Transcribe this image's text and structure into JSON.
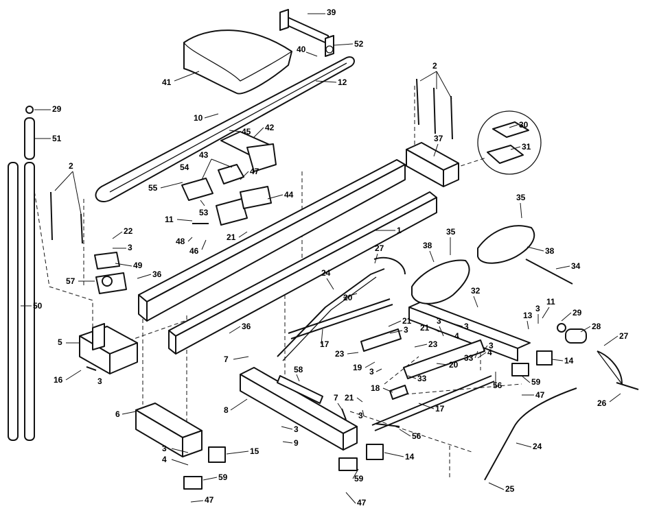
{
  "diagram": {
    "ink_color": "#111111",
    "background": "#ffffff",
    "callouts": [
      {
        "id": "c39",
        "text": "39"
      },
      {
        "id": "c52",
        "text": "52"
      },
      {
        "id": "c40",
        "text": "40"
      },
      {
        "id": "c41",
        "text": "41"
      },
      {
        "id": "c12",
        "text": "12"
      },
      {
        "id": "c10",
        "text": "10"
      },
      {
        "id": "c45",
        "text": "45"
      },
      {
        "id": "c42",
        "text": "42"
      },
      {
        "id": "c29a",
        "text": "29"
      },
      {
        "id": "c51",
        "text": "51"
      },
      {
        "id": "c2a",
        "text": "2"
      },
      {
        "id": "c43",
        "text": "43"
      },
      {
        "id": "c54",
        "text": "54"
      },
      {
        "id": "c47a",
        "text": "47"
      },
      {
        "id": "c55",
        "text": "55"
      },
      {
        "id": "c44",
        "text": "44"
      },
      {
        "id": "c53",
        "text": "53"
      },
      {
        "id": "c11a",
        "text": "11"
      },
      {
        "id": "c22",
        "text": "22"
      },
      {
        "id": "c3a",
        "text": "3"
      },
      {
        "id": "c48",
        "text": "48"
      },
      {
        "id": "c46",
        "text": "46"
      },
      {
        "id": "c21a",
        "text": "21"
      },
      {
        "id": "c49",
        "text": "49"
      },
      {
        "id": "c36a",
        "text": "36"
      },
      {
        "id": "c57",
        "text": "57"
      },
      {
        "id": "c50",
        "text": "50"
      },
      {
        "id": "c5",
        "text": "5"
      },
      {
        "id": "c16",
        "text": "16"
      },
      {
        "id": "c3b",
        "text": "3"
      },
      {
        "id": "c2b",
        "text": "2"
      },
      {
        "id": "c37",
        "text": "37"
      },
      {
        "id": "c30",
        "text": "30"
      },
      {
        "id": "c31",
        "text": "31"
      },
      {
        "id": "c1",
        "text": "1"
      },
      {
        "id": "c35a",
        "text": "35"
      },
      {
        "id": "c38a",
        "text": "38"
      },
      {
        "id": "c35b",
        "text": "35"
      },
      {
        "id": "c38b",
        "text": "38"
      },
      {
        "id": "c34",
        "text": "34"
      },
      {
        "id": "c27a",
        "text": "27"
      },
      {
        "id": "c24a",
        "text": "24"
      },
      {
        "id": "c20a",
        "text": "20"
      },
      {
        "id": "c32",
        "text": "32"
      },
      {
        "id": "c11b",
        "text": "11"
      },
      {
        "id": "c13",
        "text": "13"
      },
      {
        "id": "c3c",
        "text": "3"
      },
      {
        "id": "c29b",
        "text": "29"
      },
      {
        "id": "c28",
        "text": "28"
      },
      {
        "id": "c21b",
        "text": "21"
      },
      {
        "id": "c3d",
        "text": "3"
      },
      {
        "id": "c21c",
        "text": "21"
      },
      {
        "id": "c3e",
        "text": "3"
      },
      {
        "id": "c4a",
        "text": "4"
      },
      {
        "id": "c3f",
        "text": "3"
      },
      {
        "id": "c36b",
        "text": "36"
      },
      {
        "id": "c17a",
        "text": "17"
      },
      {
        "id": "c23a",
        "text": "23"
      },
      {
        "id": "c23b",
        "text": "23"
      },
      {
        "id": "c3g",
        "text": "3"
      },
      {
        "id": "c4b",
        "text": "4"
      },
      {
        "id": "c33a",
        "text": "33"
      },
      {
        "id": "c20b",
        "text": "20"
      },
      {
        "id": "c19",
        "text": "19"
      },
      {
        "id": "c3h",
        "text": "3"
      },
      {
        "id": "c33b",
        "text": "33"
      },
      {
        "id": "c14a",
        "text": "14"
      },
      {
        "id": "c27b",
        "text": "27"
      },
      {
        "id": "c7a",
        "text": "7"
      },
      {
        "id": "c58",
        "text": "58"
      },
      {
        "id": "c59a",
        "text": "59"
      },
      {
        "id": "c56a",
        "text": "56"
      },
      {
        "id": "c47b",
        "text": "47"
      },
      {
        "id": "c8",
        "text": "8"
      },
      {
        "id": "c18",
        "text": "18"
      },
      {
        "id": "c26",
        "text": "26"
      },
      {
        "id": "c7b",
        "text": "7"
      },
      {
        "id": "c21d",
        "text": "21"
      },
      {
        "id": "c3i",
        "text": "3"
      },
      {
        "id": "c17b",
        "text": "17"
      },
      {
        "id": "c6",
        "text": "6"
      },
      {
        "id": "c3j",
        "text": "3"
      },
      {
        "id": "c9",
        "text": "9"
      },
      {
        "id": "c56b",
        "text": "56"
      },
      {
        "id": "c24b",
        "text": "24"
      },
      {
        "id": "c3k",
        "text": "3"
      },
      {
        "id": "c4c",
        "text": "4"
      },
      {
        "id": "c15",
        "text": "15"
      },
      {
        "id": "c14b",
        "text": "14"
      },
      {
        "id": "c59b",
        "text": "59"
      },
      {
        "id": "c59c",
        "text": "59"
      },
      {
        "id": "c47c",
        "text": "47"
      },
      {
        "id": "c25",
        "text": "25"
      },
      {
        "id": "c47d",
        "text": "47"
      }
    ]
  }
}
